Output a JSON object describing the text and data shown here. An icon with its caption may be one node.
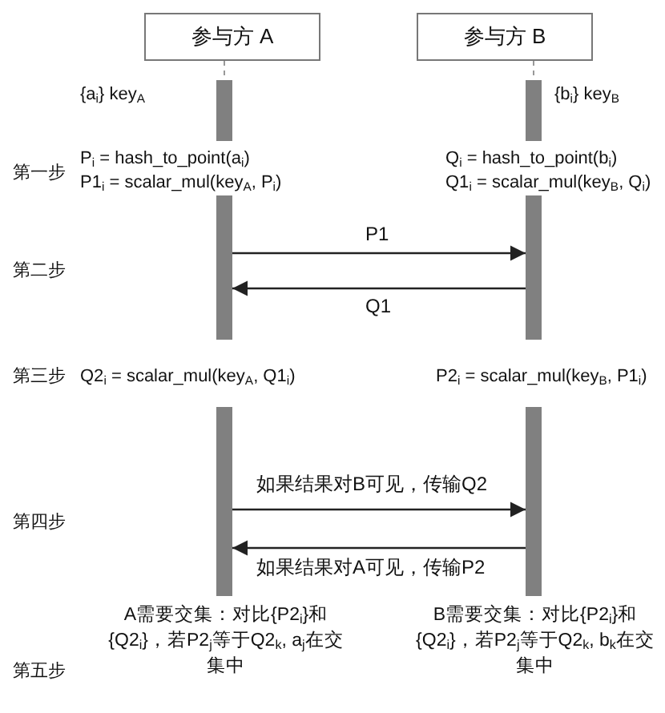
{
  "diagram": {
    "nodes": [
      {
        "text": [
          "参与方 A"
        ]
      },
      {
        "text": [
          "参与方 B"
        ]
      },
      {
        "text": [],
        "shape": "bar"
      },
      {
        "text": [],
        "shape": "bar"
      },
      {
        "text": [],
        "shape": "bar"
      },
      {
        "text": [],
        "shape": "bar"
      }
    ],
    "edges": [
      {
        "from": 2,
        "to": 3,
        "arrow": "to",
        "label": "P1"
      },
      {
        "from": 3,
        "to": 2,
        "arrow": "to",
        "label": "Q1"
      },
      {
        "from": 4,
        "to": 5,
        "arrow": "to",
        "label": "如果结果对B可见，传输Q2"
      },
      {
        "from": 5,
        "to": 4,
        "arrow": "to",
        "label": "如果结果对A可见，传输P2"
      }
    ],
    "labels": [
      "{a$_{i}$}  key$_{A}$",
      "{b$_{i}$}  key$_{B}$",
      "第一步",
      "P$_{i}$ = hash_to_point(a$_{i}$)",
      "Q$_{i}$ = hash_to_point(b$_{i}$)",
      "P1$_{i}$ = scalar_mul(key$_{A}$, P$_{i}$)",
      "Q1$_{i}$ = scalar_mul(key$_{B}$, Q$_{i}$)",
      "第二步",
      "第三步",
      "Q2$_{i}$ = scalar_mul(key$_{A}$, Q1$_{i}$)",
      "P2$_{i}$ = scalar_mul(key$_{B}$, P1$_{i}$)",
      "第四步",
      "第五步",
      "A需要交集：对比{P2$_{i}$}和{Q2$_{i}$}，若P2$_{j}$等于Q2$_{k}$, a$_{j}$在交集中",
      "B需要交集：对比{P2$_{i}$}和{Q2$_{i}$}，若P2$_{j}$等于Q2$_{k}$, b$_{k}$在交集中"
    ]
  }
}
